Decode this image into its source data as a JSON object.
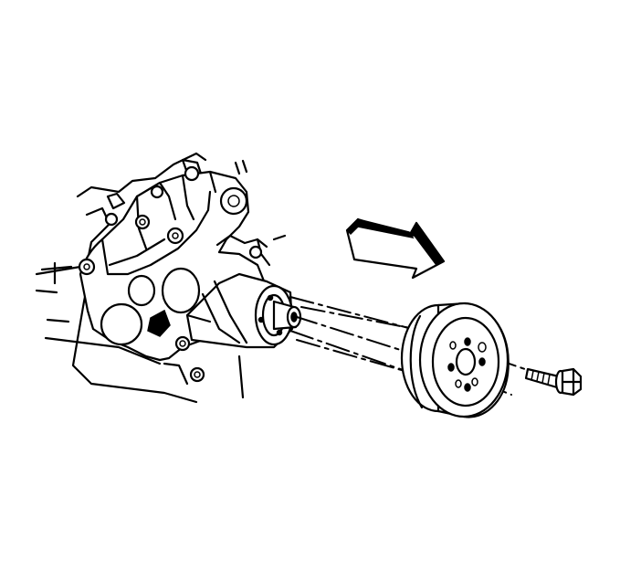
{
  "figure": {
    "subject": "water-pump-pulley-installation",
    "components": [
      {
        "id": "engine-block",
        "icon": "engine-front-cover"
      },
      {
        "id": "water-pump",
        "icon": "water-pump-hub"
      },
      {
        "id": "pulley",
        "icon": "pulley"
      },
      {
        "id": "bolt",
        "icon": "flange-bolt"
      },
      {
        "id": "direction-arrow",
        "icon": "install-direction-arrow"
      }
    ],
    "colors": {
      "line": "#000000",
      "background": "#ffffff"
    }
  }
}
